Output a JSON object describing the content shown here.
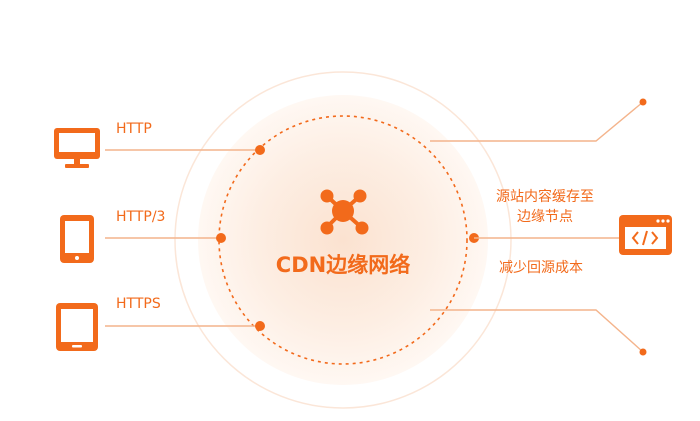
{
  "colors": {
    "accent": "#f26a1b",
    "line": "#f4b48c",
    "halo": "#fdf1e8",
    "text": "#f26a1b"
  },
  "center": {
    "label": "CDN边缘网络",
    "icon": "network-hub-icon"
  },
  "left_devices": [
    {
      "label": "HTTP",
      "icon": "desktop-monitor-icon"
    },
    {
      "label": "HTTP/3",
      "icon": "smartphone-icon"
    },
    {
      "label": "HTTPS",
      "icon": "tablet-icon"
    }
  ],
  "right": {
    "origin_icon": "code-window-icon",
    "text_line1": "源站内容缓存至",
    "text_line2": "边缘节点",
    "text_line3": "减少回源成本"
  }
}
